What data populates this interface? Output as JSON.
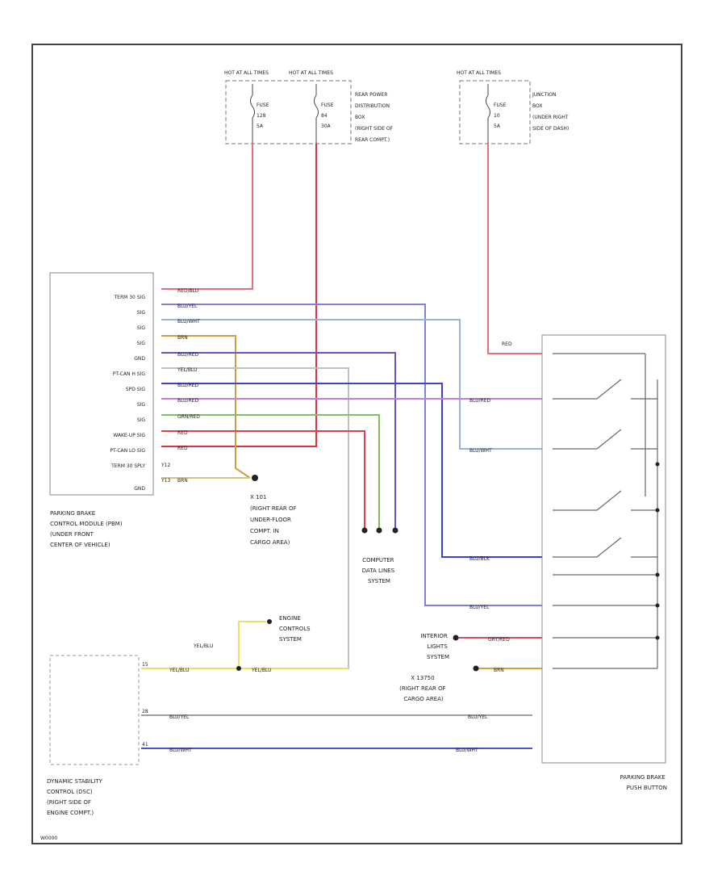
{
  "power_sources": {
    "hot1": "HOT AT ALL TIMES",
    "hot2": "HOT AT ALL TIMES",
    "hot3": "HOT AT ALL TIMES",
    "fuse1": [
      "FUSE",
      "128",
      "5A"
    ],
    "fuse2": [
      "FUSE",
      "84",
      "30A"
    ],
    "fuse3": [
      "FUSE",
      "10",
      "5A"
    ],
    "rear_dist_box": [
      "REAR POWER",
      "DISTRIBUTION",
      "BOX",
      "(RIGHT SIDE OF",
      "REAR COMPT.)"
    ],
    "junction_box": [
      "JUNCTION",
      "BOX",
      "(UNDER RIGHT",
      "SIDE OF DASH)"
    ]
  },
  "pbm": {
    "pins": [
      "TERM 30 SIG",
      "SIG",
      "SIG",
      "SIG",
      "GND",
      "PT-CAN H SIG",
      "SPD SIG",
      "SIG",
      "SIG",
      "WAKE-UP SIG",
      "PT-CAN LO SIG",
      "TERM 30 SPLY",
      "",
      "GND"
    ],
    "wires": [
      "RED/BLU",
      "BLU/YEL",
      "BLU/WHT",
      "BRN",
      "BLU/RED",
      "YEL/BLU",
      "BLU/RED",
      "BLU/RED",
      "GRN/RED",
      "RED",
      "RED",
      "",
      "BRN"
    ],
    "pin_numbers": [
      "",
      "",
      "",
      "",
      "",
      "",
      "",
      "",
      "",
      "",
      "",
      "Y12",
      "Y13"
    ],
    "label": [
      "PARKING BRAKE",
      "CONTROL MODULE (PBM)",
      "(UNDER FRONT",
      "CENTER OF VEHICLE)"
    ]
  },
  "ground_x101": [
    "X 101",
    "(RIGHT REAR OF",
    "UNDER-FLOOR",
    "COMPT. IN",
    "CARGO AREA)"
  ],
  "data_lines": [
    "COMPUTER",
    "DATA LINES",
    "SYSTEM"
  ],
  "engine_controls": [
    "ENGINE",
    "CONTROLS",
    "SYSTEM"
  ],
  "dsc": {
    "label": [
      "DYNAMIC STABILITY",
      "CONTROL (DSC)",
      "(RIGHT SIDE OF",
      "ENGINE COMPT.)"
    ],
    "wires": [
      "YEL/BLU",
      "BLU/YEL",
      "BLU/WHT"
    ],
    "splice_wire": "YEL/BLU",
    "pins": [
      "15",
      "28",
      "41"
    ]
  },
  "interior_lights": [
    "INTERIOR",
    "LIGHTS",
    "SYSTEM"
  ],
  "ground_x13750": [
    "X 13750",
    "(RIGHT REAR OF",
    "CARGO AREA)"
  ],
  "pb_button": {
    "label": [
      "PARKING BRAKE",
      "PUSH BUTTON"
    ],
    "wires": [
      "RED",
      "BLU/RED",
      "BLU/WHT",
      "BLU/BLK",
      "BLU/YEL",
      "GRY/RED",
      "BRN",
      "BLU/YEL",
      "BLU/WHT"
    ]
  },
  "footer": "W0000"
}
